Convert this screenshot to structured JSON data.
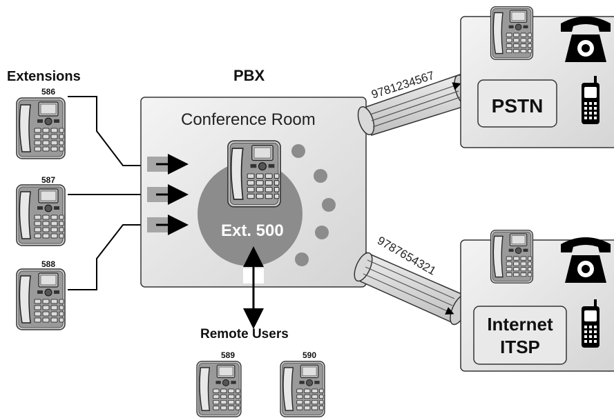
{
  "headings": {
    "extensions": "Extensions",
    "pbx": "PBX",
    "remote_users": "Remote Users"
  },
  "pbx_box": {
    "title": "Conference Room",
    "center_label": "Ext. 500"
  },
  "extensions": [
    {
      "number": "586"
    },
    {
      "number": "587"
    },
    {
      "number": "588"
    }
  ],
  "remote_users": [
    {
      "number": "589"
    },
    {
      "number": "590"
    }
  ],
  "trunks": [
    {
      "number": "9781234567",
      "provider": "PSTN"
    },
    {
      "number": "9787654321",
      "provider_line1": "Internet",
      "provider_line2": "ITSP"
    }
  ],
  "icons": [
    "desk-phone-icon",
    "arrow-right-icon",
    "telephone-handset-icon",
    "cell-phone-icon",
    "trunk-cable-icon"
  ],
  "colors": {
    "box_fill": "#e6e6e6",
    "circle": "#8c8c8c",
    "line": "#000000",
    "cable": "#d9d9d9"
  }
}
